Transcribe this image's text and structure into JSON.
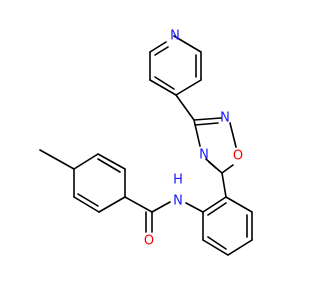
{
  "molecule": {
    "atom_labels": {
      "pyridine_n": "N",
      "oxadiazole_n2": "N",
      "oxadiazole_o": "O",
      "oxadiazole_n4": "N",
      "amide_n": "N",
      "amide_h": "H",
      "carbonyl_o": "O"
    },
    "colors": {
      "nitrogen": "#1a1aff",
      "oxygen": "#ff0000",
      "carbon": "#000000"
    }
  }
}
